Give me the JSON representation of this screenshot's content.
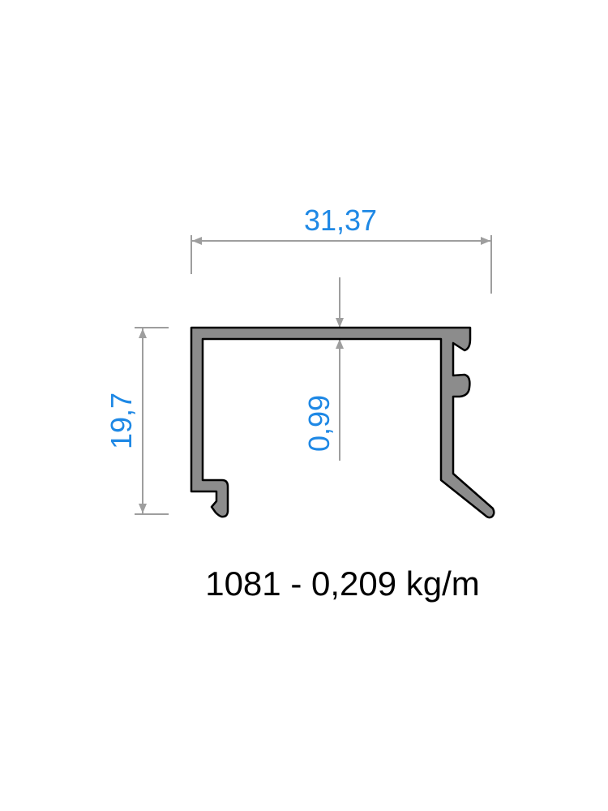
{
  "colors": {
    "dimension_text": "#1e88e5",
    "dimension_line": "#9e9e9e",
    "profile_fill": "#8c8c8c",
    "profile_stroke": "#000000",
    "caption_text": "#000000"
  },
  "dimensions": {
    "width": "31,37",
    "height": "19,7",
    "thickness": "0,99"
  },
  "caption": "1081 - 0,209 kg/m"
}
